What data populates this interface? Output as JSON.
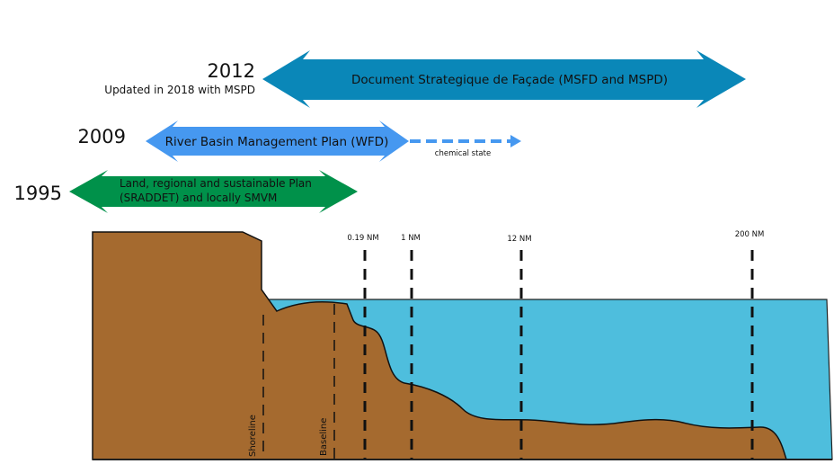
{
  "colors": {
    "msfd": "#0a87b8",
    "wfd": "#4698f0",
    "land_plan": "#00914a",
    "land": "#a56a2f",
    "sea": "#4ebedd"
  },
  "timeline": [
    {
      "year": "2012",
      "note": "Updated in 2018 with MSPD",
      "label": "Document Strategique de Façade (MSFD and MSPD)"
    },
    {
      "year": "2009",
      "label": "River Basin Management Plan (WFD)",
      "extension_label": "chemical state"
    },
    {
      "year": "1995",
      "label_line1": "Land, regional and sustainable Plan",
      "label_line2": "(SRADDET) and locally SMVM"
    }
  ],
  "limits": [
    "0.19 NM",
    "1 NM",
    "12 NM",
    "200 NM"
  ],
  "lines": {
    "shoreline": "Shoreline",
    "baseline": "Baseline"
  }
}
